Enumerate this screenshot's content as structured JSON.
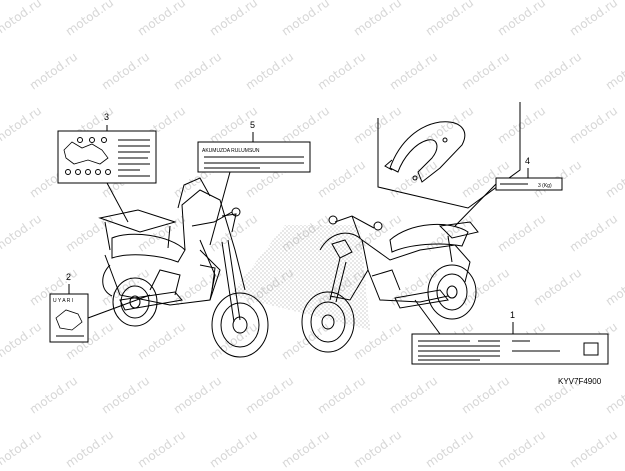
{
  "watermark_text": "motod.ru",
  "part_code": "KYV7F4900",
  "callouts": {
    "c1": "1",
    "c2": "2",
    "c3": "3",
    "c4": "4",
    "c5": "5"
  },
  "labels": {
    "warning_header": "U Y A R I",
    "label5_header": "AKUMUZDA RULUMSUN",
    "label4_text": "3 (Kg)"
  },
  "colors": {
    "line": "#000000",
    "background": "#ffffff",
    "watermark": "#d7d7d7",
    "halftone": "#9a9a9a"
  }
}
